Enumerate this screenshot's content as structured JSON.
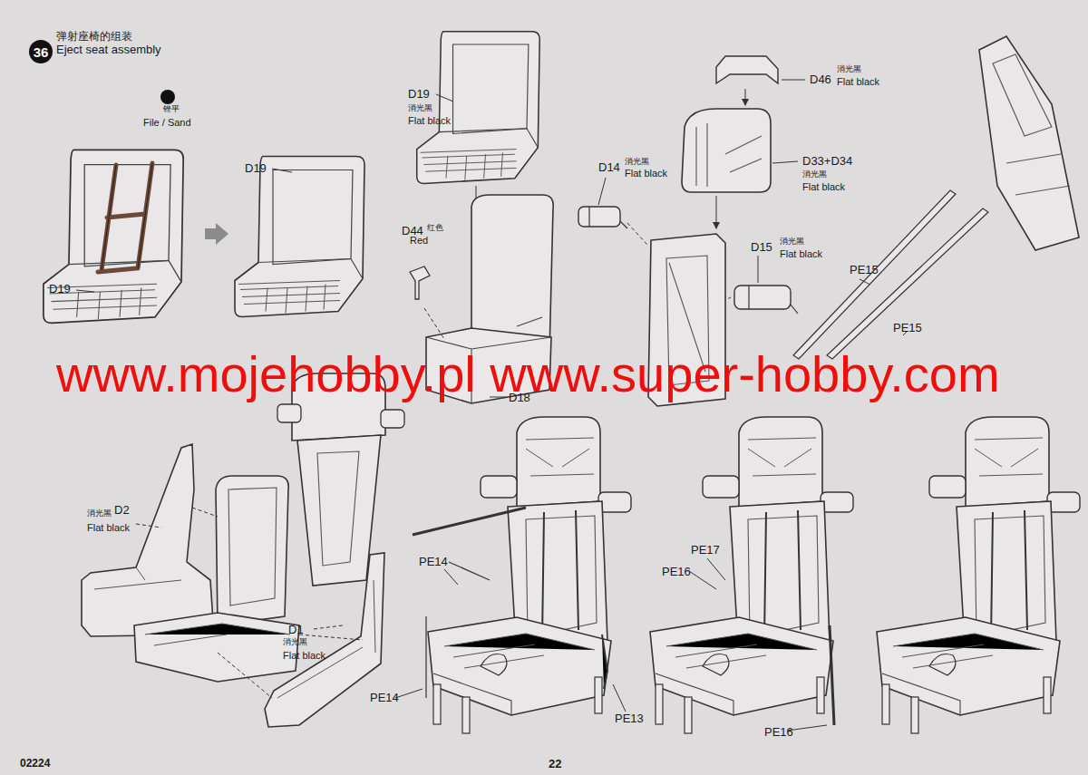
{
  "diagram": {
    "title": "弹射座椅的组装",
    "nodes": [
      {
        "text": [
          "36"
        ]
      }
    ],
    "labels": [
      "Eject seat assembly",
      "锉平",
      "File / Sand",
      "D19",
      "D19",
      "D19",
      "消光黑",
      "Flat black",
      "D44",
      "红色",
      "Red",
      "D18",
      "D14",
      "消光黑",
      "Flat black",
      "D46",
      "消光黑",
      "Flat black",
      "D33+D34",
      "消光黑",
      "Flat black",
      "D15",
      "消光黑",
      "Flat black",
      "PE15",
      "PE15",
      "www.mojehobby.pl www.super-hobby.com",
      "消光黑",
      "D2",
      "Flat black",
      "D1",
      "消光黑",
      "Flat black",
      "PE14",
      "PE17",
      "PE16",
      "PE14",
      "PE13",
      "PE16",
      "02224",
      "22"
    ]
  }
}
